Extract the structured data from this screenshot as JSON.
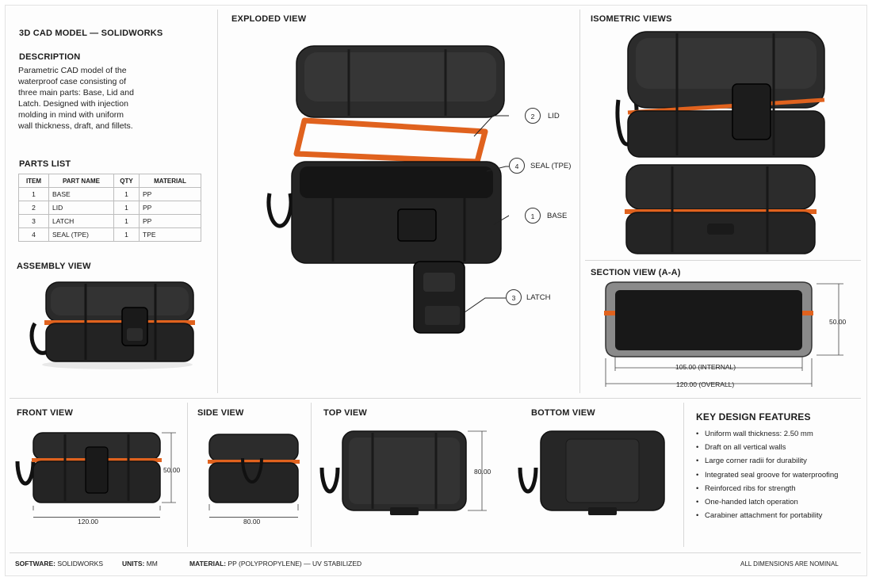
{
  "header": {
    "title": "3D CAD MODEL — SOLIDWORKS"
  },
  "description": {
    "heading": "DESCRIPTION",
    "text": "Parametric CAD model of the waterproof case consisting of three main parts: Base, Lid and Latch. Designed with injection molding in mind with uniform wall thickness, draft, and fillets."
  },
  "parts_list": {
    "heading": "PARTS LIST",
    "columns": [
      "ITEM",
      "PART NAME",
      "QTY",
      "MATERIAL"
    ],
    "rows": [
      [
        "1",
        "BASE",
        "1",
        "PP"
      ],
      [
        "2",
        "LID",
        "1",
        "PP"
      ],
      [
        "3",
        "LATCH",
        "1",
        "PP"
      ],
      [
        "4",
        "SEAL (TPE)",
        "1",
        "TPE"
      ]
    ]
  },
  "views": {
    "assembly": "ASSEMBLY VIEW",
    "exploded": "EXPLODED VIEW",
    "isometric": "ISOMETRIC VIEWS",
    "section": "SECTION VIEW (A-A)",
    "front": "FRONT VIEW",
    "side": "SIDE VIEW",
    "top": "TOP VIEW",
    "bottom": "BOTTOM VIEW"
  },
  "callouts": [
    {
      "num": "2",
      "label": "LID"
    },
    {
      "num": "4",
      "label": "SEAL (TPE)"
    },
    {
      "num": "1",
      "label": "BASE"
    },
    {
      "num": "3",
      "label": "LATCH"
    }
  ],
  "dimensions": {
    "section_height": "50.00",
    "section_internal": "105.00 (INTERNAL)",
    "section_overall": "120.00 (OVERALL)",
    "front_height": "50.00",
    "front_width": "120.00",
    "side_width": "80.00",
    "top_height": "80.00"
  },
  "features": {
    "heading": "KEY DESIGN FEATURES",
    "items": [
      "Uniform wall thickness: 2.50 mm",
      "Draft on all vertical walls",
      "Large corner radii for durability",
      "Integrated seal groove for waterproofing",
      "Reinforced ribs for strength",
      "One-handed latch operation",
      "Carabiner attachment for portability"
    ]
  },
  "footer": {
    "software_label": "SOFTWARE:",
    "software_value": "SOLIDWORKS",
    "units_label": "UNITS:",
    "units_value": "MM",
    "material_label": "MATERIAL:",
    "material_value": "PP (POLYPROPYLENE) — UV STABILIZED",
    "note": "ALL DIMENSIONS ARE NOMINAL"
  },
  "colors": {
    "case": "#1f1f1f",
    "seal": "#e0621e",
    "line": "#d8d8d8"
  }
}
